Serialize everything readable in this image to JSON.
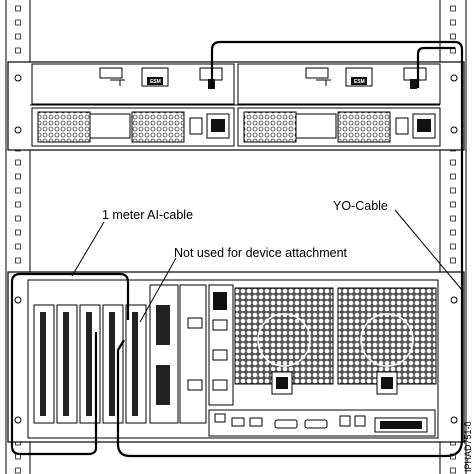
{
  "labels": {
    "ai_cable": "1 meter AI-cable",
    "yo_cable": "YO-Cable",
    "not_used": "Not used for device attachment"
  },
  "figure_id": "IPHAD751-0",
  "module_badge": "ESM",
  "colors": {
    "line": "#000000",
    "panel_fill": "#ffffff",
    "dark": "#111111"
  }
}
